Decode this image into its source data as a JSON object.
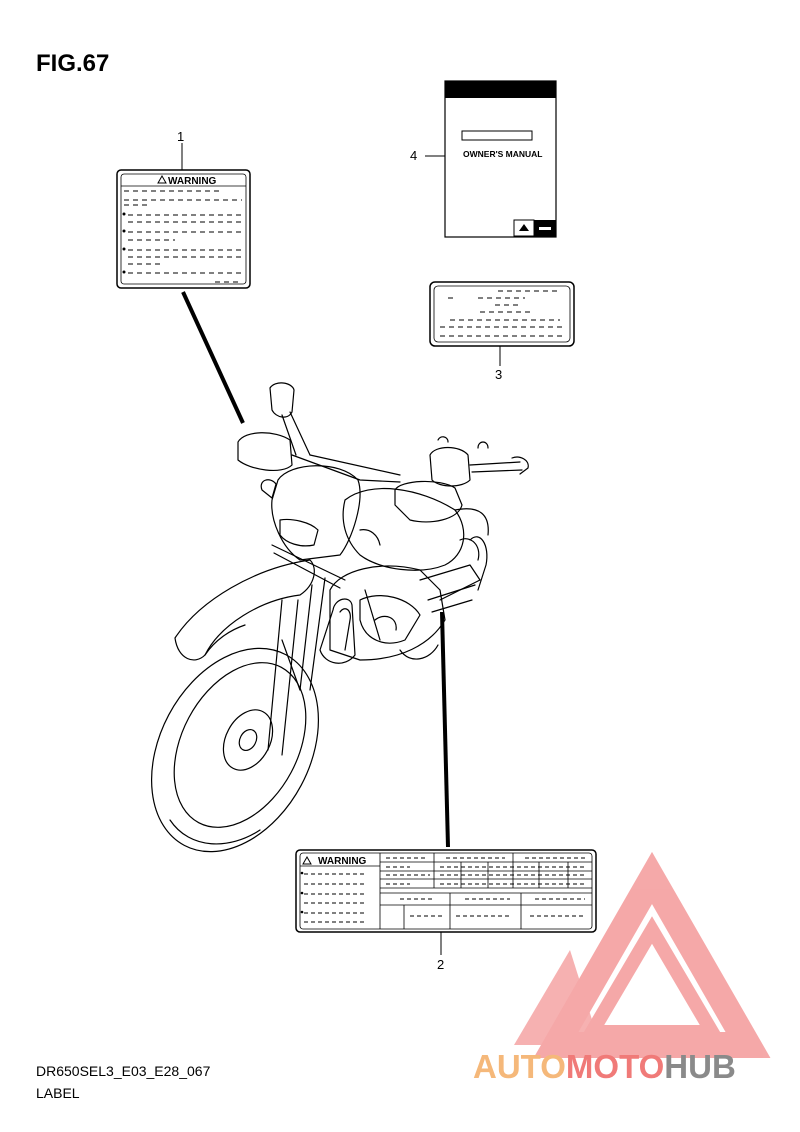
{
  "figure": {
    "title": "FIG.67",
    "code": "DR650SEL3_E03_E28_067",
    "caption": "LABEL"
  },
  "callouts": [
    "1",
    "2",
    "3",
    "4"
  ],
  "parts": {
    "warning_label_1": {
      "heading": "WARNING"
    },
    "warning_label_2": {
      "heading": "WARNING"
    },
    "owners_manual": {
      "title": "OWNER'S MANUAL"
    }
  },
  "watermark": {
    "part1": "AUTO",
    "part2": "MOTO",
    "part3": "HUB",
    "colors": {
      "auto": "#f5b87a",
      "moto": "#f07a78",
      "hub": "#8a8a8a",
      "logo": "#f28c8c"
    }
  }
}
